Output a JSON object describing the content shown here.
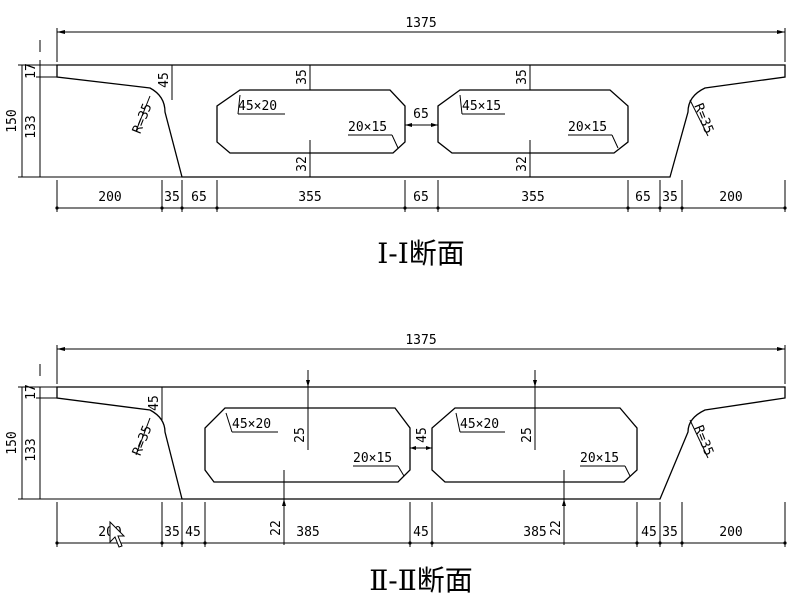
{
  "section1": {
    "title": "Ⅰ-Ⅰ断面",
    "top_width": "1375",
    "height_total": "150",
    "height_lower": "133",
    "deck": "17",
    "wing_root": "45",
    "radius_left": "R=35",
    "radius_right": "R=35",
    "top_slab_1": "35",
    "top_slab_2": "35",
    "bottom_slab_1": "32",
    "bottom_slab_2": "32",
    "chamfer_top_1": "45×20",
    "chamfer_top_2": "45×15",
    "chamfer_bot_1": "20×15",
    "chamfer_bot_2": "20×15",
    "web_mid": "65",
    "bottom_dims": [
      "200",
      "35",
      "65",
      "355",
      "65",
      "355",
      "65",
      "35",
      "200"
    ]
  },
  "section2": {
    "title": "Ⅱ-Ⅱ断面",
    "top_width": "1375",
    "height_total": "150",
    "height_lower": "133",
    "deck": "17",
    "wing_root": "45",
    "radius_left": "R=35",
    "radius_right": "R=35",
    "top_slab_1": "25",
    "top_slab_2": "25",
    "bottom_slab_1": "22",
    "bottom_slab_2": "22",
    "chamfer_top_1": "45×20",
    "chamfer_top_2": "45×20",
    "chamfer_bot_1": "20×15",
    "chamfer_bot_2": "20×15",
    "web_mid": "45",
    "bottom_dims": [
      "200",
      "35",
      "45",
      "385",
      "45",
      "385",
      "45",
      "35",
      "200"
    ]
  },
  "icons": {
    "cursor": "mouse-cursor-icon"
  }
}
